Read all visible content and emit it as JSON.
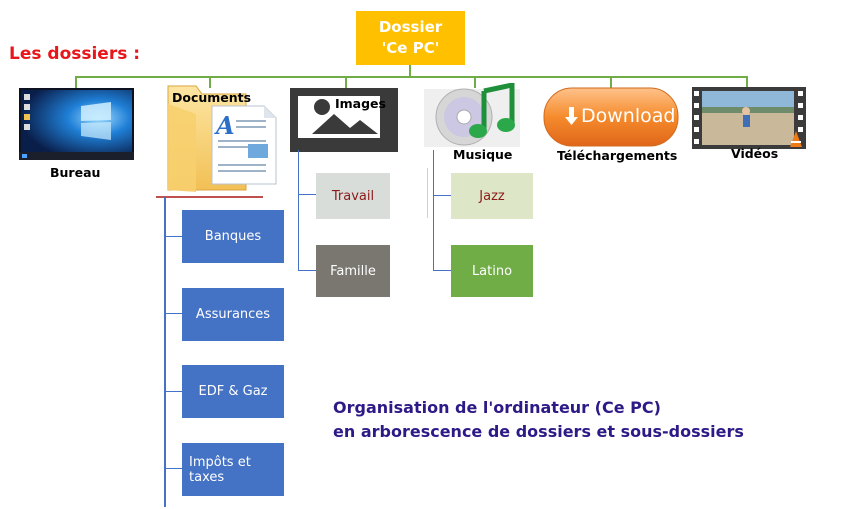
{
  "heading": "Les dossiers :",
  "root": {
    "line1": "Dossier",
    "line2": "'Ce PC'"
  },
  "folders": {
    "bureau": "Bureau",
    "documents": "Documents",
    "images": "Images",
    "musique": "Musique",
    "telechargements": "Téléchargements",
    "videos": "Vidéos"
  },
  "download_badge": "Download",
  "subfolders": {
    "documents": [
      "Banques",
      "Assurances",
      "EDF & Gaz",
      "Impôts et taxes"
    ],
    "images": [
      "Travail",
      "Famille"
    ],
    "musique": [
      "Jazz",
      "Latino"
    ]
  },
  "caption": {
    "line1": "Organisation de l'ordinateur (Ce PC)",
    "line2": "en arborescence de dossiers et sous-dossiers"
  },
  "colors": {
    "root": "#FFC000",
    "heading": "#E8151B",
    "connector": "#70AD47",
    "documents_sub": "#4472C4",
    "travail": "#D9DDD9",
    "famille": "#7A7670",
    "jazz": "#DDE6C6",
    "latino": "#70AD47",
    "caption": "#2E1A87"
  }
}
